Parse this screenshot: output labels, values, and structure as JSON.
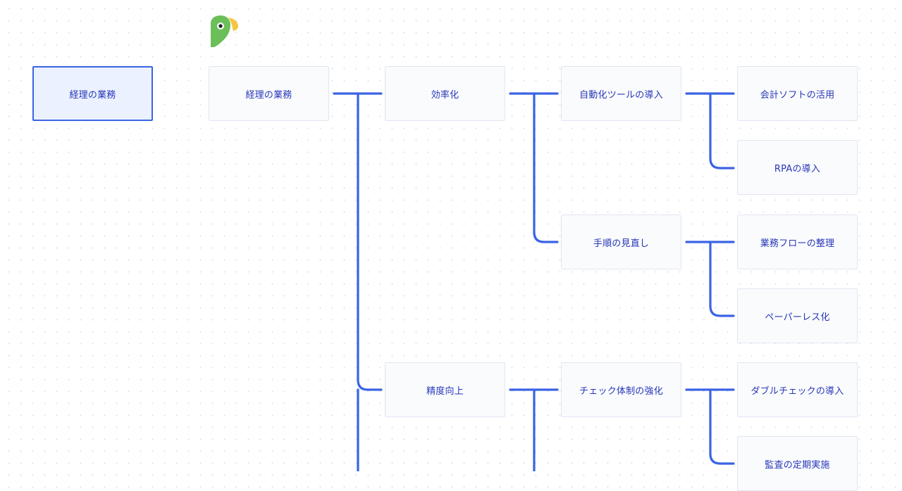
{
  "diagram": {
    "type": "mind-map",
    "colors": {
      "connector": "#3a63e4",
      "node_text": "#2636b8",
      "node_border": "#e3e6f3",
      "node_fill": "#fafbfd",
      "selected_fill": "#ebf1fe",
      "selected_border": "#3b64e6"
    },
    "logo": {
      "icon": "parrot-icon",
      "colors": [
        "#6bbf59",
        "#f5c542"
      ]
    },
    "palette_node": {
      "label": "経理の業務"
    },
    "root": {
      "id": "root",
      "label": "経理の業務",
      "children": [
        {
          "id": "efficiency",
          "label": "効率化",
          "children": [
            {
              "id": "automation",
              "label": "自動化ツールの導入",
              "children": [
                {
                  "id": "accounting-software",
                  "label": "会計ソフトの活用"
                },
                {
                  "id": "rpa",
                  "label": "RPAの導入"
                }
              ]
            },
            {
              "id": "procedure-review",
              "label": "手順の見直し",
              "children": [
                {
                  "id": "workflow",
                  "label": "業務フローの整理"
                },
                {
                  "id": "paperless",
                  "label": "ペーパーレス化"
                }
              ]
            }
          ]
        },
        {
          "id": "accuracy",
          "label": "精度向上",
          "children": [
            {
              "id": "check-system",
              "label": "チェック体制の強化",
              "children": [
                {
                  "id": "double-check",
                  "label": "ダブルチェックの導入"
                },
                {
                  "id": "audit",
                  "label": "監査の定期実施"
                }
              ]
            }
          ]
        }
      ]
    }
  }
}
